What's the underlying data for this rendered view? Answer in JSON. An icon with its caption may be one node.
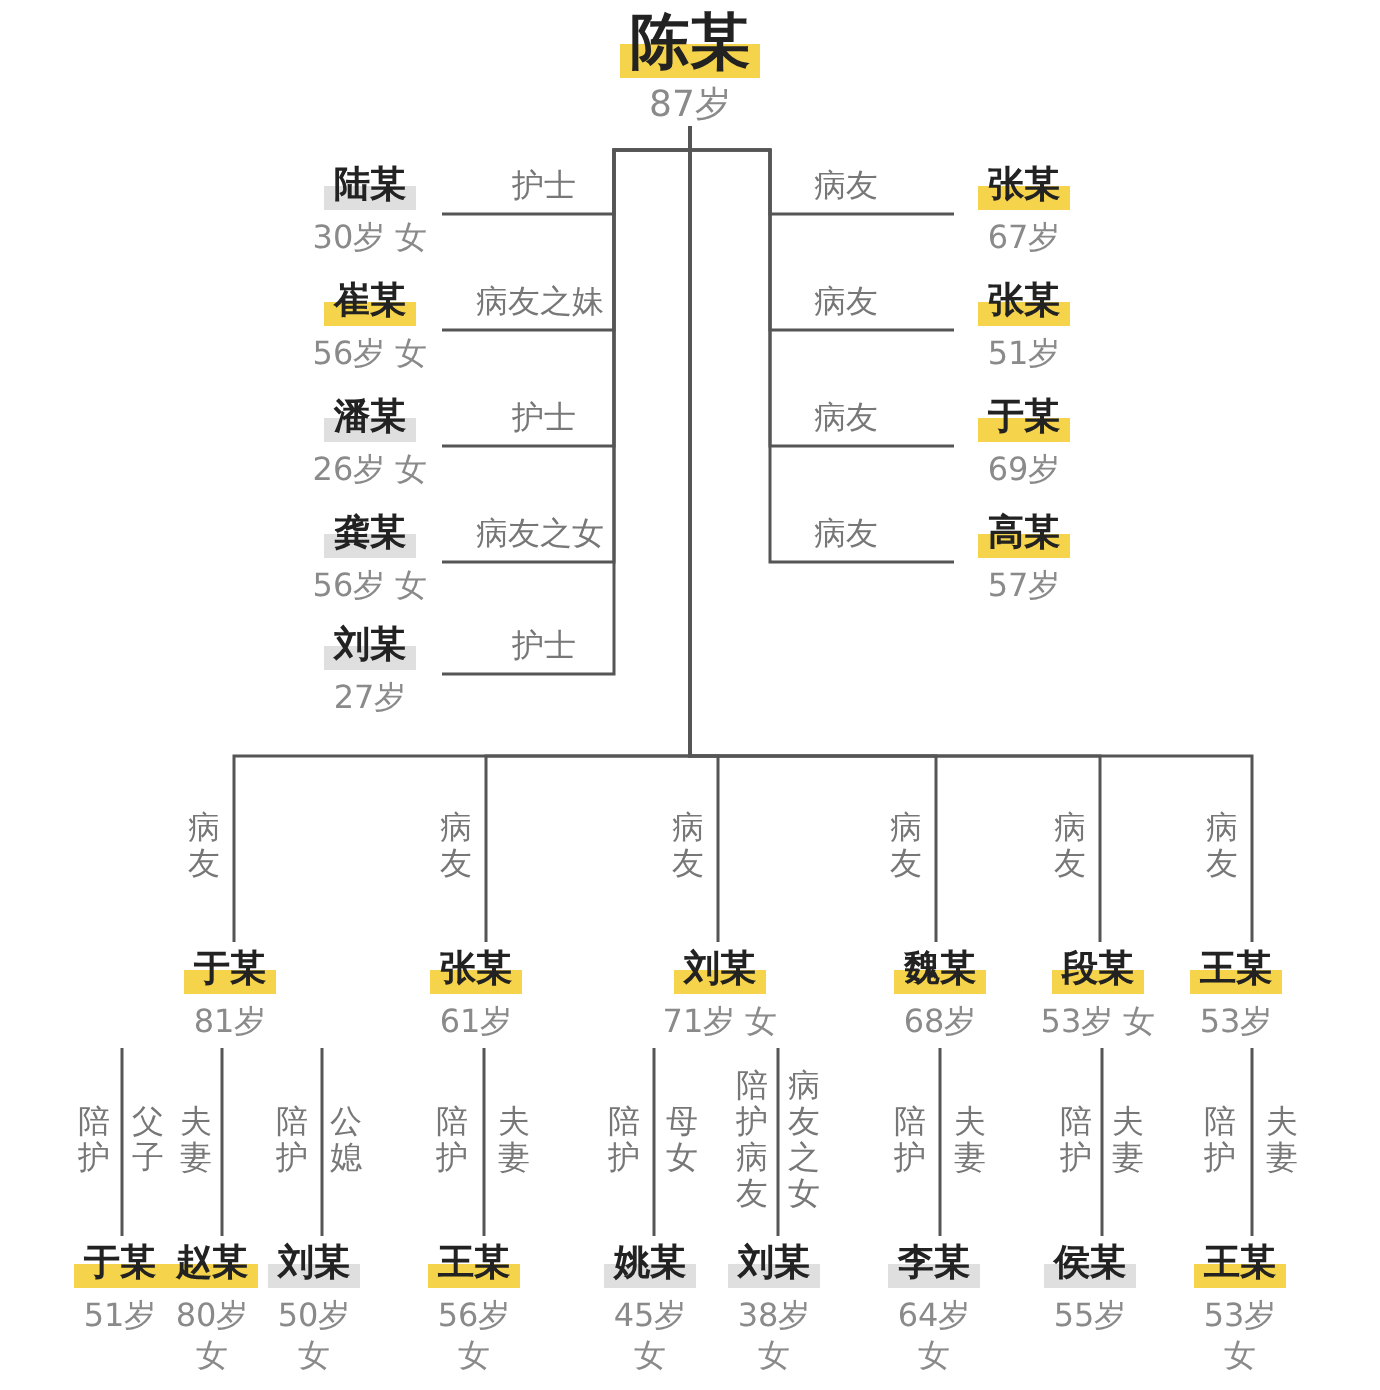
{
  "diagram": {
    "nodes": [
      {
        "text": [
          "陈某",
          "87岁"
        ]
      },
      {
        "text": [
          "陆某",
          "30岁 女"
        ]
      },
      {
        "text": [
          "崔某",
          "56岁 女"
        ]
      },
      {
        "text": [
          "潘某",
          "26岁 女"
        ]
      },
      {
        "text": [
          "龚某",
          "56岁 女"
        ]
      },
      {
        "text": [
          "刘某",
          "27岁"
        ]
      },
      {
        "text": [
          "张某",
          "67岁"
        ]
      },
      {
        "text": [
          "张某",
          "51岁"
        ]
      },
      {
        "text": [
          "于某",
          "69岁"
        ]
      },
      {
        "text": [
          "高某",
          "57岁"
        ]
      },
      {
        "text": [
          "于某",
          "81岁"
        ]
      },
      {
        "text": [
          "张某",
          "61岁"
        ]
      },
      {
        "text": [
          "刘某",
          "71岁 女"
        ]
      },
      {
        "text": [
          "魏某",
          "68岁"
        ]
      },
      {
        "text": [
          "段某",
          "53岁 女"
        ]
      },
      {
        "text": [
          "王某",
          "53岁"
        ]
      },
      {
        "text": [
          "于某",
          "51岁"
        ]
      },
      {
        "text": [
          "赵某",
          "80岁女"
        ]
      },
      {
        "text": [
          "刘某",
          "50岁女"
        ]
      },
      {
        "text": [
          "王某",
          "56岁女"
        ]
      },
      {
        "text": [
          "姚某",
          "45岁女"
        ]
      },
      {
        "text": [
          "刘某",
          "38岁女"
        ]
      },
      {
        "text": [
          "李某",
          "64岁女"
        ]
      },
      {
        "text": [
          "侯某",
          "55岁"
        ]
      },
      {
        "text": [
          "王某",
          "53岁女"
        ]
      }
    ],
    "edges": [
      {
        "from": 0,
        "to": 1,
        "arrow": "none",
        "label": "护士"
      },
      {
        "from": 0,
        "to": 2,
        "arrow": "none",
        "label": "病友之妹"
      },
      {
        "from": 0,
        "to": 3,
        "arrow": "none",
        "label": "护士"
      },
      {
        "from": 0,
        "to": 4,
        "arrow": "none",
        "label": "病友之女"
      },
      {
        "from": 0,
        "to": 5,
        "arrow": "none",
        "label": "护士"
      },
      {
        "from": 0,
        "to": 6,
        "arrow": "none",
        "label": "病友"
      },
      {
        "from": 0,
        "to": 7,
        "arrow": "none",
        "label": "病友"
      },
      {
        "from": 0,
        "to": 8,
        "arrow": "none",
        "label": "病友"
      },
      {
        "from": 0,
        "to": 9,
        "arrow": "none",
        "label": "病友"
      },
      {
        "from": 0,
        "to": 10,
        "arrow": "none",
        "label": "病友"
      },
      {
        "from": 0,
        "to": 11,
        "arrow": "none",
        "label": "病友"
      },
      {
        "from": 0,
        "to": 12,
        "arrow": "none",
        "label": "病友"
      },
      {
        "from": 0,
        "to": 13,
        "arrow": "none",
        "label": "病友"
      },
      {
        "from": 0,
        "to": 14,
        "arrow": "none",
        "label": "病友"
      },
      {
        "from": 0,
        "to": 15,
        "arrow": "none",
        "label": "病友"
      },
      {
        "from": 10,
        "to": 16,
        "arrow": "none",
        "label": "父子"
      },
      {
        "from": 10,
        "to": 17,
        "arrow": "none",
        "label": "夫妻"
      },
      {
        "from": 10,
        "to": 18,
        "arrow": "none",
        "label": "公媳"
      },
      {
        "from": 11,
        "to": 19,
        "arrow": "none",
        "label": "夫妻"
      },
      {
        "from": 12,
        "to": 20,
        "arrow": "none",
        "label": "母女"
      },
      {
        "from": 12,
        "to": 21,
        "arrow": "none",
        "label": "病友之女"
      },
      {
        "from": 13,
        "to": 22,
        "arrow": "none",
        "label": "夫妻"
      },
      {
        "from": 14,
        "to": 23,
        "arrow": "none",
        "label": "夫妻"
      },
      {
        "from": 15,
        "to": 24,
        "arrow": "none",
        "label": "夫妻"
      }
    ],
    "labels": [
      "陪护",
      "陪护",
      "陪护",
      "陪护",
      "陪护病友",
      "陪护",
      "陪护",
      "陪护"
    ]
  }
}
